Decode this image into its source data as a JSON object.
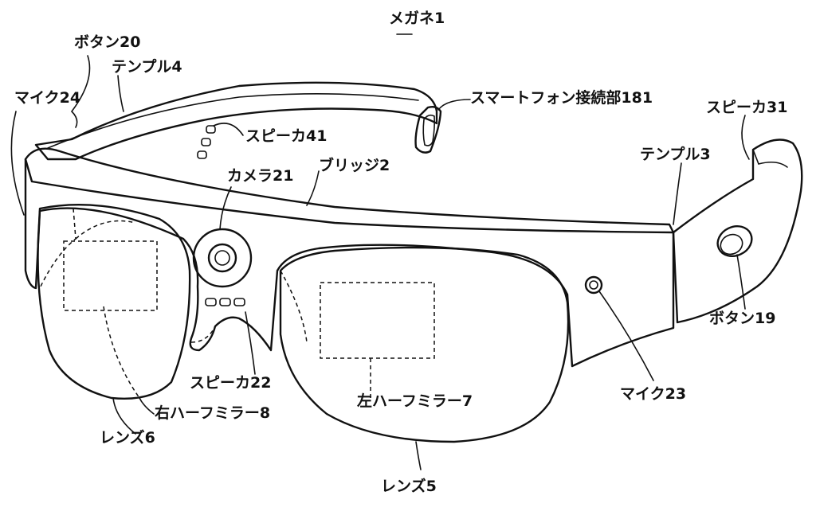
{
  "labels": {
    "megane": "メガネ1",
    "button20": "ボタン20",
    "temple4": "テンプル4",
    "mic24": "マイク24",
    "smartphone": "スマートフォン接続部181",
    "speaker31": "スピーカ31",
    "speaker41": "スピーカ41",
    "temple3": "テンプル3",
    "camera21": "カメラ21",
    "bridge2": "ブリッジ2",
    "button19": "ボタン19",
    "speaker22": "スピーカ22",
    "mirror8": "右ハーフミラー8",
    "mirror7": "左ハーフミラー7",
    "mic23": "マイク23",
    "lens6": "レンズ6",
    "lens5": "レンズ5"
  }
}
